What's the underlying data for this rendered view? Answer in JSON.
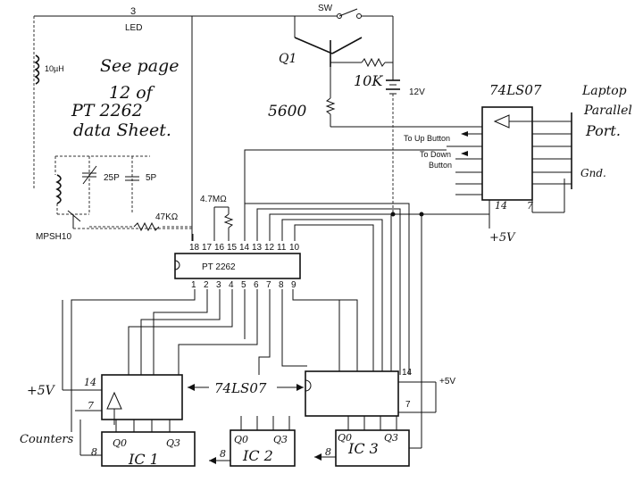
{
  "labels": {
    "sw": "SW",
    "led": "LED",
    "q1": "Q1",
    "r10k": "10K",
    "v12": "12V",
    "r5600": "5600",
    "ind10": "10µH",
    "note_line1": "See page",
    "note_line2": "12 of",
    "note_line3": "PT 2262",
    "note_line4": "data Sheet.",
    "c25": "25P",
    "c5": "5P",
    "mpsh": "MPSH10",
    "r47k": "47KΩ",
    "r47m": "4.7MΩ",
    "chip_74ls07_top": "74LS07",
    "laptop1": "Laptop",
    "laptop2": "Parallel",
    "laptop3": "Port.",
    "gnd": "Gnd.",
    "up_button": "To Up Button",
    "down_button1": "To Down",
    "down_button2": "Button",
    "pin14_top": "14",
    "pin7_top": "7",
    "plus5v_top": "+5V",
    "pt2262": "PT 2262",
    "pins_top": [
      "18",
      "17",
      "16",
      "15",
      "14",
      "13",
      "12",
      "11",
      "10"
    ],
    "pins_bottom": [
      "1",
      "2",
      "3",
      "4",
      "5",
      "6",
      "7",
      "8",
      "9"
    ],
    "plus5v_left": "+5V",
    "pin14_left": "14",
    "pin7_left": "7",
    "chip_74ls07_mid": "74LS07",
    "pin14_right": "14",
    "pin7_right": "7",
    "plus5v_right": "+5V",
    "counters": "Counters",
    "ic1": "IC 1",
    "ic2": "IC 2",
    "ic3": "IC 3",
    "q0": "Q0",
    "q3": "Q3",
    "eight": "8"
  }
}
